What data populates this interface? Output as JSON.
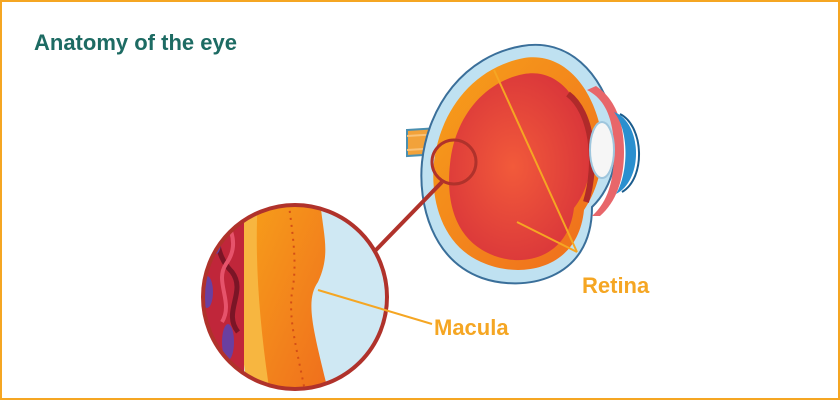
{
  "diagram": {
    "title": "Anatomy of the eye",
    "labels": {
      "retina": "Retina",
      "macula": "Macula"
    },
    "colors": {
      "frame": "#f5a623",
      "title": "#1d6b63",
      "label": "#f5a623",
      "retina_orange": "#f07b1e",
      "inner_red": "#e23b3b",
      "lens_blue": "#2a8fcf",
      "sclera_light_blue": "#cfe8f3",
      "zoom_outline": "#b0322b"
    }
  }
}
